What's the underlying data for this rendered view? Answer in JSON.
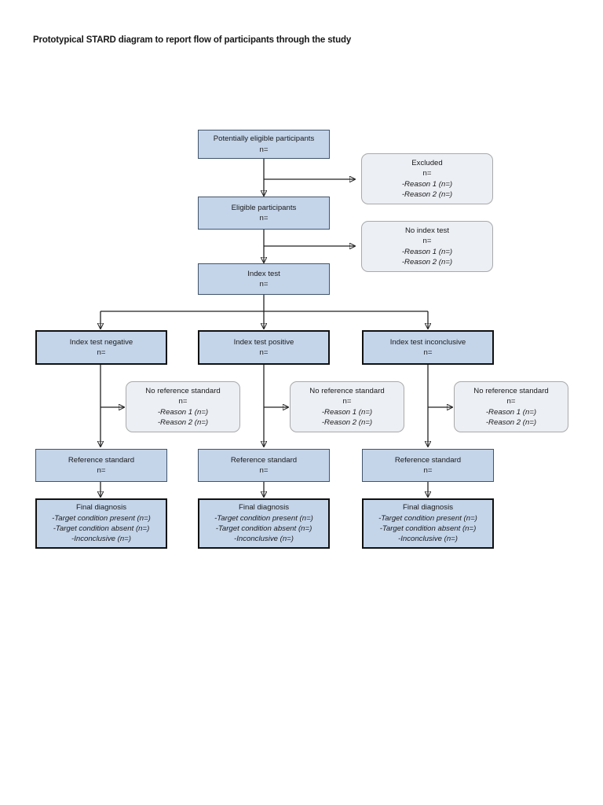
{
  "document": {
    "title": "Prototypical STARD diagram to report flow of participants through the study"
  },
  "colors": {
    "node_fill_blue": "#c4d5ea",
    "node_fill_gray": "#eceff4",
    "node_border_thin": "#41546b",
    "node_border_thick": "#111111",
    "connector": "#222222",
    "page_background": "#ffffff"
  },
  "diagram": {
    "type": "flowchart",
    "nodes": {
      "potentially_eligible": {
        "id": "potentially-eligible-participants",
        "style": "blue-thin",
        "lines": [
          {
            "text": "Potentially eligible participants",
            "italic": false
          },
          {
            "text": "n=",
            "italic": false
          }
        ]
      },
      "excluded": {
        "id": "excluded",
        "style": "gray-rounded",
        "lines": [
          {
            "text": "Excluded",
            "italic": false
          },
          {
            "text": "n=",
            "italic": false
          },
          {
            "text": "-Reason 1 (n=)",
            "italic": true
          },
          {
            "text": "-Reason 2 (n=)",
            "italic": true
          }
        ]
      },
      "eligible": {
        "id": "eligible-participants",
        "style": "blue-thin",
        "lines": [
          {
            "text": "Eligible participants",
            "italic": false
          },
          {
            "text": "n=",
            "italic": false
          }
        ]
      },
      "no_index_test": {
        "id": "no-index-test",
        "style": "gray-rounded",
        "lines": [
          {
            "text": "No index test",
            "italic": false
          },
          {
            "text": "n=",
            "italic": false
          },
          {
            "text": "-Reason 1 (n=)",
            "italic": true
          },
          {
            "text": "-Reason 2 (n=)",
            "italic": true
          }
        ]
      },
      "index_test": {
        "id": "index-test",
        "style": "blue-thin",
        "lines": [
          {
            "text": "Index test",
            "italic": false
          },
          {
            "text": "n=",
            "italic": false
          }
        ]
      },
      "index_test_negative": {
        "id": "index-test-negative",
        "style": "blue-thick",
        "lines": [
          {
            "text": "Index test negative",
            "italic": false
          },
          {
            "text": "n=",
            "italic": false
          }
        ]
      },
      "index_test_positive": {
        "id": "index-test-positive",
        "style": "blue-thick",
        "lines": [
          {
            "text": "Index test positive",
            "italic": false
          },
          {
            "text": "n=",
            "italic": false
          }
        ]
      },
      "index_test_inconclusive": {
        "id": "index-test-inconclusive",
        "style": "blue-thick",
        "lines": [
          {
            "text": "Index test inconclusive",
            "italic": false
          },
          {
            "text": "n=",
            "italic": false
          }
        ]
      },
      "no_reference_standard_1": {
        "id": "no-reference-standard-negative",
        "style": "gray-rounded",
        "lines": [
          {
            "text": "No reference standard",
            "italic": false
          },
          {
            "text": "n=",
            "italic": false
          },
          {
            "text": "-Reason 1 (n=)",
            "italic": true
          },
          {
            "text": "-Reason 2 (n=)",
            "italic": true
          }
        ]
      },
      "no_reference_standard_2": {
        "id": "no-reference-standard-positive",
        "style": "gray-rounded",
        "lines": [
          {
            "text": "No reference standard",
            "italic": false
          },
          {
            "text": "n=",
            "italic": false
          },
          {
            "text": "-Reason 1 (n=)",
            "italic": true
          },
          {
            "text": "-Reason 2 (n=)",
            "italic": true
          }
        ]
      },
      "no_reference_standard_3": {
        "id": "no-reference-standard-inconclusive",
        "style": "gray-rounded",
        "lines": [
          {
            "text": "No reference standard",
            "italic": false
          },
          {
            "text": "n=",
            "italic": false
          },
          {
            "text": "-Reason 1 (n=)",
            "italic": true
          },
          {
            "text": "-Reason 2 (n=)",
            "italic": true
          }
        ]
      },
      "reference_standard_1": {
        "id": "reference-standard-negative",
        "style": "blue-thin",
        "lines": [
          {
            "text": "Reference standard",
            "italic": false
          },
          {
            "text": "n=",
            "italic": false
          }
        ]
      },
      "reference_standard_2": {
        "id": "reference-standard-positive",
        "style": "blue-thin",
        "lines": [
          {
            "text": "Reference standard",
            "italic": false
          },
          {
            "text": "n=",
            "italic": false
          }
        ]
      },
      "reference_standard_3": {
        "id": "reference-standard-inconclusive",
        "style": "blue-thin",
        "lines": [
          {
            "text": "Reference standard",
            "italic": false
          },
          {
            "text": "n=",
            "italic": false
          }
        ]
      },
      "final_diagnosis_1": {
        "id": "final-diagnosis-negative",
        "style": "blue-thick",
        "lines": [
          {
            "text": "Final diagnosis",
            "italic": false
          },
          {
            "text": "-Target condition present (n=)",
            "italic": true
          },
          {
            "text": "-Target condition absent (n=)",
            "italic": true
          },
          {
            "text": "-Inconclusive (n=)",
            "italic": true
          }
        ]
      },
      "final_diagnosis_2": {
        "id": "final-diagnosis-positive",
        "style": "blue-thick",
        "lines": [
          {
            "text": "Final diagnosis",
            "italic": false
          },
          {
            "text": "-Target condition present (n=)",
            "italic": true
          },
          {
            "text": "-Target condition absent (n=)",
            "italic": true
          },
          {
            "text": "-Inconclusive (n=)",
            "italic": true
          }
        ]
      },
      "final_diagnosis_3": {
        "id": "final-diagnosis-inconclusive",
        "style": "blue-thick",
        "lines": [
          {
            "text": "Final diagnosis",
            "italic": false
          },
          {
            "text": "-Target condition present (n=)",
            "italic": true
          },
          {
            "text": "-Target condition absent (n=)",
            "italic": true
          },
          {
            "text": "-Inconclusive (n=)",
            "italic": true
          }
        ]
      }
    }
  }
}
